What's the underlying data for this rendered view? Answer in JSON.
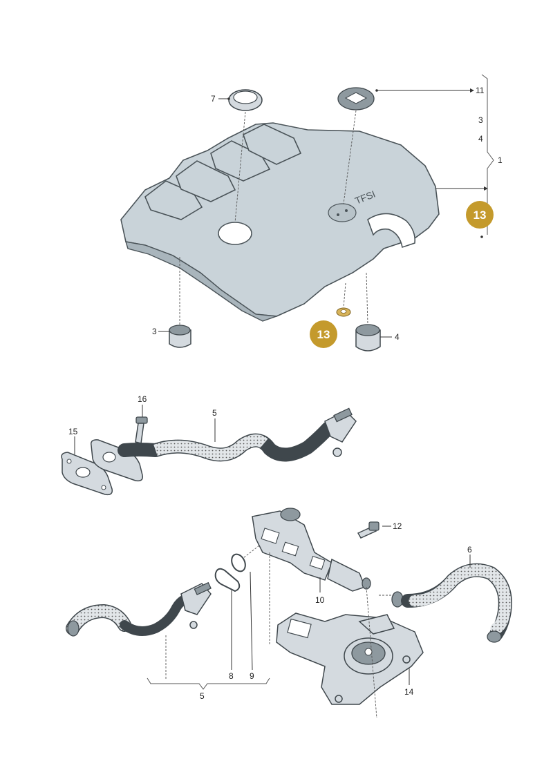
{
  "colors": {
    "badge_fill": "#c49a2c",
    "badge_text": "#ffffff",
    "cover_fill": "#c9d3d9",
    "outline": "#3f474c"
  },
  "cover_logo_text": "TFSI",
  "callouts": {
    "c1": "1",
    "c3a": "3",
    "c3b": "3",
    "c4a": "4",
    "c4b": "4",
    "c5a": "5",
    "c5b": "5",
    "c6": "6",
    "c7": "7",
    "c8": "8",
    "c9": "9",
    "c10": "10",
    "c11": "11",
    "c12": "12",
    "c14": "14",
    "c15": "15",
    "c16": "16"
  },
  "badges": {
    "b13_right": "13",
    "b13_center": "13"
  }
}
